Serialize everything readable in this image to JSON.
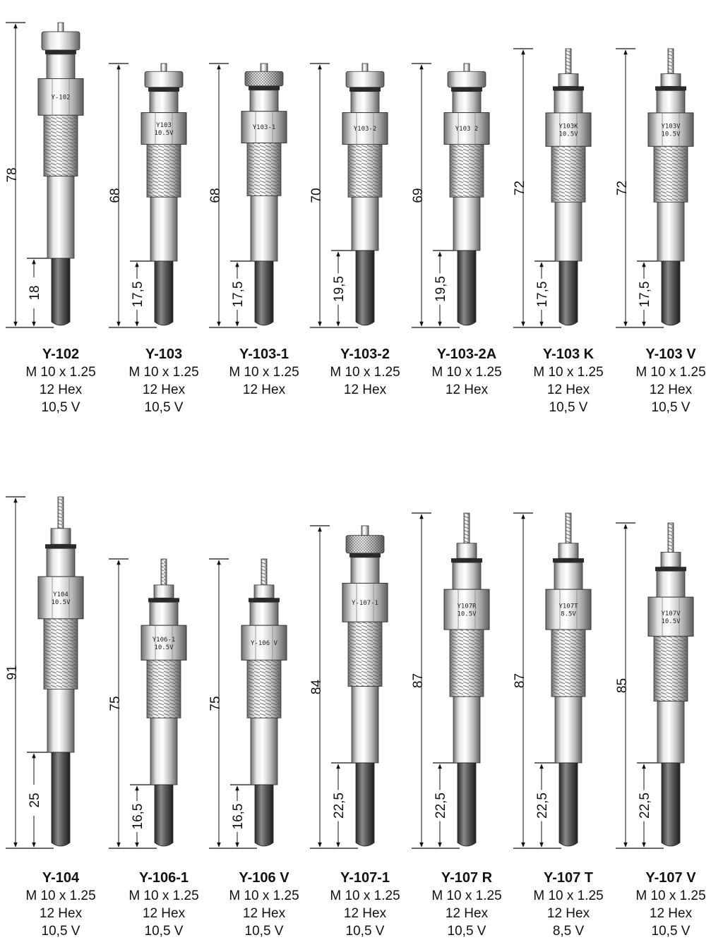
{
  "rows": [
    [
      {
        "code": "Y-102",
        "thread": "M 10 x 1.25",
        "hex": "12 Hex",
        "voltage": "10,5 V",
        "total": "78",
        "tip": "18",
        "stamp": [
          "Y-102"
        ],
        "top": "nut"
      },
      {
        "code": "Y-103",
        "thread": "M 10 x 1.25",
        "hex": "12 Hex",
        "voltage": "10,5 V",
        "total": "68",
        "tip": "17,5",
        "stamp": [
          "Y103",
          "10.5V"
        ],
        "top": "nut"
      },
      {
        "code": "Y-103-1",
        "thread": "M 10 x 1.25",
        "hex": "12 Hex",
        "voltage": "",
        "total": "68",
        "tip": "17,5",
        "stamp": [
          "Y103-1"
        ],
        "top": "knurl"
      },
      {
        "code": "Y-103-2",
        "thread": "M 10 x 1.25",
        "hex": "12 Hex",
        "voltage": "",
        "total": "70",
        "tip": "19,5",
        "stamp": [
          "Y103-2"
        ],
        "top": "nut"
      },
      {
        "code": "Y-103-2A",
        "thread": "M 10 x 1.25",
        "hex": "12 Hex",
        "voltage": "",
        "total": "69",
        "tip": "19,5",
        "stamp": [
          "Y103 2"
        ],
        "top": "nut"
      },
      {
        "code": "Y-103 K",
        "thread": "M 10 x 1.25",
        "hex": "12 Hex",
        "voltage": "10,5 V",
        "total": "72",
        "tip": "17,5",
        "stamp": [
          "Y103K",
          "10.5V"
        ],
        "top": "stud"
      },
      {
        "code": "Y-103 V",
        "thread": "M 10 x 1.25",
        "hex": "12 Hex",
        "voltage": "10,5 V",
        "total": "72",
        "tip": "17,5",
        "stamp": [
          "Y103V",
          "10.5V"
        ],
        "top": "stud"
      }
    ],
    [
      {
        "code": "Y-104",
        "thread": "M 10 x 1.25",
        "hex": "12 Hex",
        "voltage": "10,5 V",
        "total": "91",
        "tip": "25",
        "stamp": [
          "Y104",
          "10.5V"
        ],
        "top": "stud"
      },
      {
        "code": "Y-106-1",
        "thread": "M 10 x 1.25",
        "hex": "12 Hex",
        "voltage": "10,5 V",
        "total": "75",
        "tip": "16,5",
        "stamp": [
          "Y106-1",
          "10.5V"
        ],
        "top": "stud"
      },
      {
        "code": "Y-106 V",
        "thread": "M 10 x 1.25",
        "hex": "12 Hex",
        "voltage": "10,5 V",
        "total": "75",
        "tip": "16,5",
        "stamp": [
          "Y-106 V"
        ],
        "top": "stud"
      },
      {
        "code": "Y-107-1",
        "thread": "M 10 x 1.25",
        "hex": "12 Hex",
        "voltage": "10,5 V",
        "total": "84",
        "tip": "22,5",
        "stamp": [
          "Y-107-1"
        ],
        "top": "knurl"
      },
      {
        "code": "Y-107 R",
        "thread": "M 10 x 1.25",
        "hex": "12 Hex",
        "voltage": "10,5 V",
        "total": "87",
        "tip": "22,5",
        "stamp": [
          "Y107R",
          "10.5V"
        ],
        "top": "stud"
      },
      {
        "code": "Y-107 T",
        "thread": "M 10 x 1.25",
        "hex": "12 Hex",
        "voltage": "8,5 V",
        "total": "87",
        "tip": "22,5",
        "stamp": [
          "Y107T",
          "8.5V"
        ],
        "top": "stud"
      },
      {
        "code": "Y-107 V",
        "thread": "M 10 x 1.25",
        "hex": "12 Hex",
        "voltage": "10,5 V",
        "total": "85",
        "tip": "22,5",
        "stamp": [
          "Y107V",
          "10.5V"
        ],
        "top": "stud"
      }
    ]
  ]
}
